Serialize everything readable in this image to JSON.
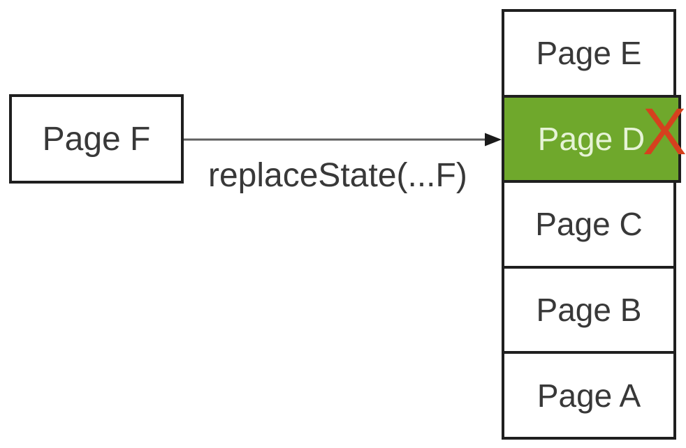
{
  "diagram": {
    "source_page": {
      "label": "Page F"
    },
    "transition": {
      "label": "replaceState(...F)"
    },
    "history_stack": {
      "items": [
        {
          "label": "Page E",
          "state": "normal"
        },
        {
          "label": "Page D",
          "state": "replaced"
        },
        {
          "label": "Page C",
          "state": "normal"
        },
        {
          "label": "Page B",
          "state": "normal"
        },
        {
          "label": "Page A",
          "state": "normal"
        }
      ],
      "removed_marker": "X"
    },
    "colors": {
      "highlight": "#6fa82c",
      "highlight_text": "#e6f3d6",
      "removed_marker": "#d5411e",
      "border": "#1f1f1f",
      "text": "#383838",
      "arrow_line": "#5f5f5f",
      "arrow_head": "#1a1a1a"
    }
  }
}
